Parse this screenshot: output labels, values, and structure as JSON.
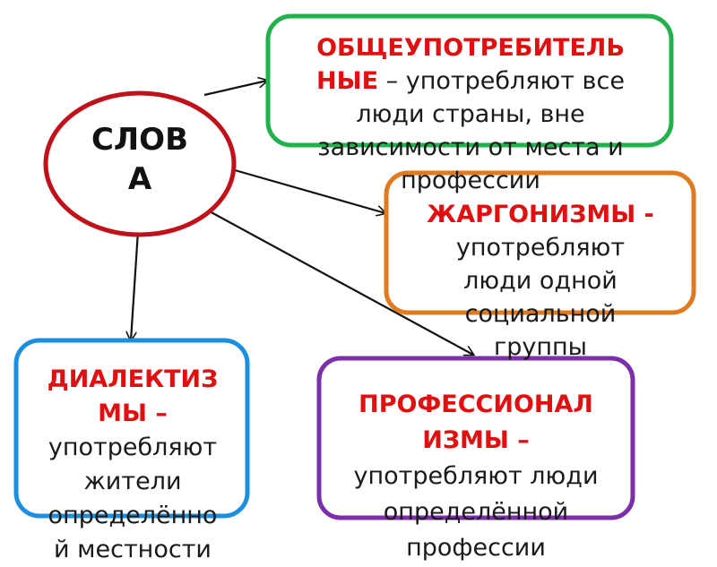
{
  "center": {
    "label": "СЛОВ\nА"
  },
  "boxes": {
    "common": {
      "term": "ОБЩЕУПОТРЕБИТЕЛЬ\nНЫЕ",
      "definition": " – употребляют все\nлюди страны, вне\nзависимости от места и\nпрофессии",
      "border_color": "#22b14c"
    },
    "jargon": {
      "term": "ЖАРГОНИЗМЫ -",
      "definition": "\nупотребляют\nлюди одной\nсоциальной\nгруппы",
      "border_color": "#e07a1f"
    },
    "dialect": {
      "term": "ДИАЛЕКТИЗ\nМЫ –",
      "definition": "\nупотребляют\nжители\nопределённо\nй местности",
      "border_color": "#1e8fe0"
    },
    "professional": {
      "term": "ПРОФЕССИОНАЛ\nИЗМЫ –",
      "definition": "\nупотребляют люди\nопределённой\nпрофессии",
      "border_color": "#7b2fa8"
    }
  },
  "colors": {
    "circle": "#c0101a",
    "term_text": "#e01010",
    "arrow": "#111111"
  }
}
